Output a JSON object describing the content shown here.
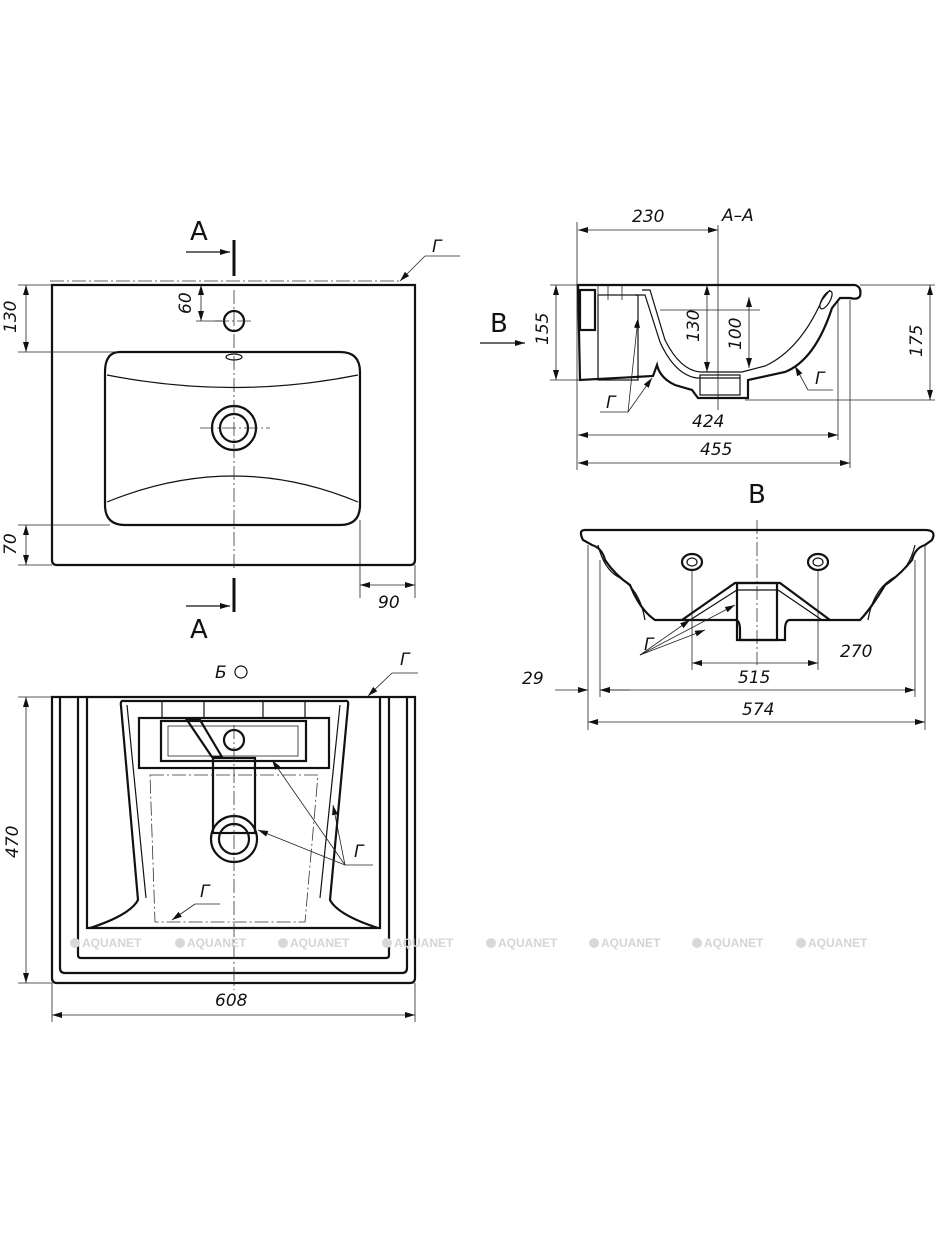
{
  "top_view": {
    "section_label_top": "A",
    "section_label_bottom": "A",
    "dim_depth_front": "130",
    "dim_faucet": "60",
    "dim_back": "70",
    "dim_side": "90",
    "glaze_label": "Г"
  },
  "bottom_view": {
    "view_label": "Б",
    "dim_depth": "470",
    "dim_width": "608",
    "glaze_label_top": "Г",
    "glaze_label_right": "Г",
    "glaze_label_bottom": "Г"
  },
  "section_view": {
    "title": "A–A",
    "view_arrow_label": "B",
    "dim_230": "230",
    "dim_155": "155",
    "dim_130": "130",
    "dim_100": "100",
    "dim_175": "175",
    "dim_424": "424",
    "dim_455": "455",
    "glaze_label_left": "Г",
    "glaze_label_right": "Г"
  },
  "side_view": {
    "title": "B",
    "dim_270": "270",
    "dim_515": "515",
    "dim_574": "574",
    "dim_29": "29",
    "glaze_label": "Г"
  },
  "watermark": [
    "AQUANET",
    "AQUANET",
    "AQUANET",
    "AQUANET",
    "AQUANET",
    "AQUANET",
    "AQUANET",
    "AQUANET"
  ]
}
